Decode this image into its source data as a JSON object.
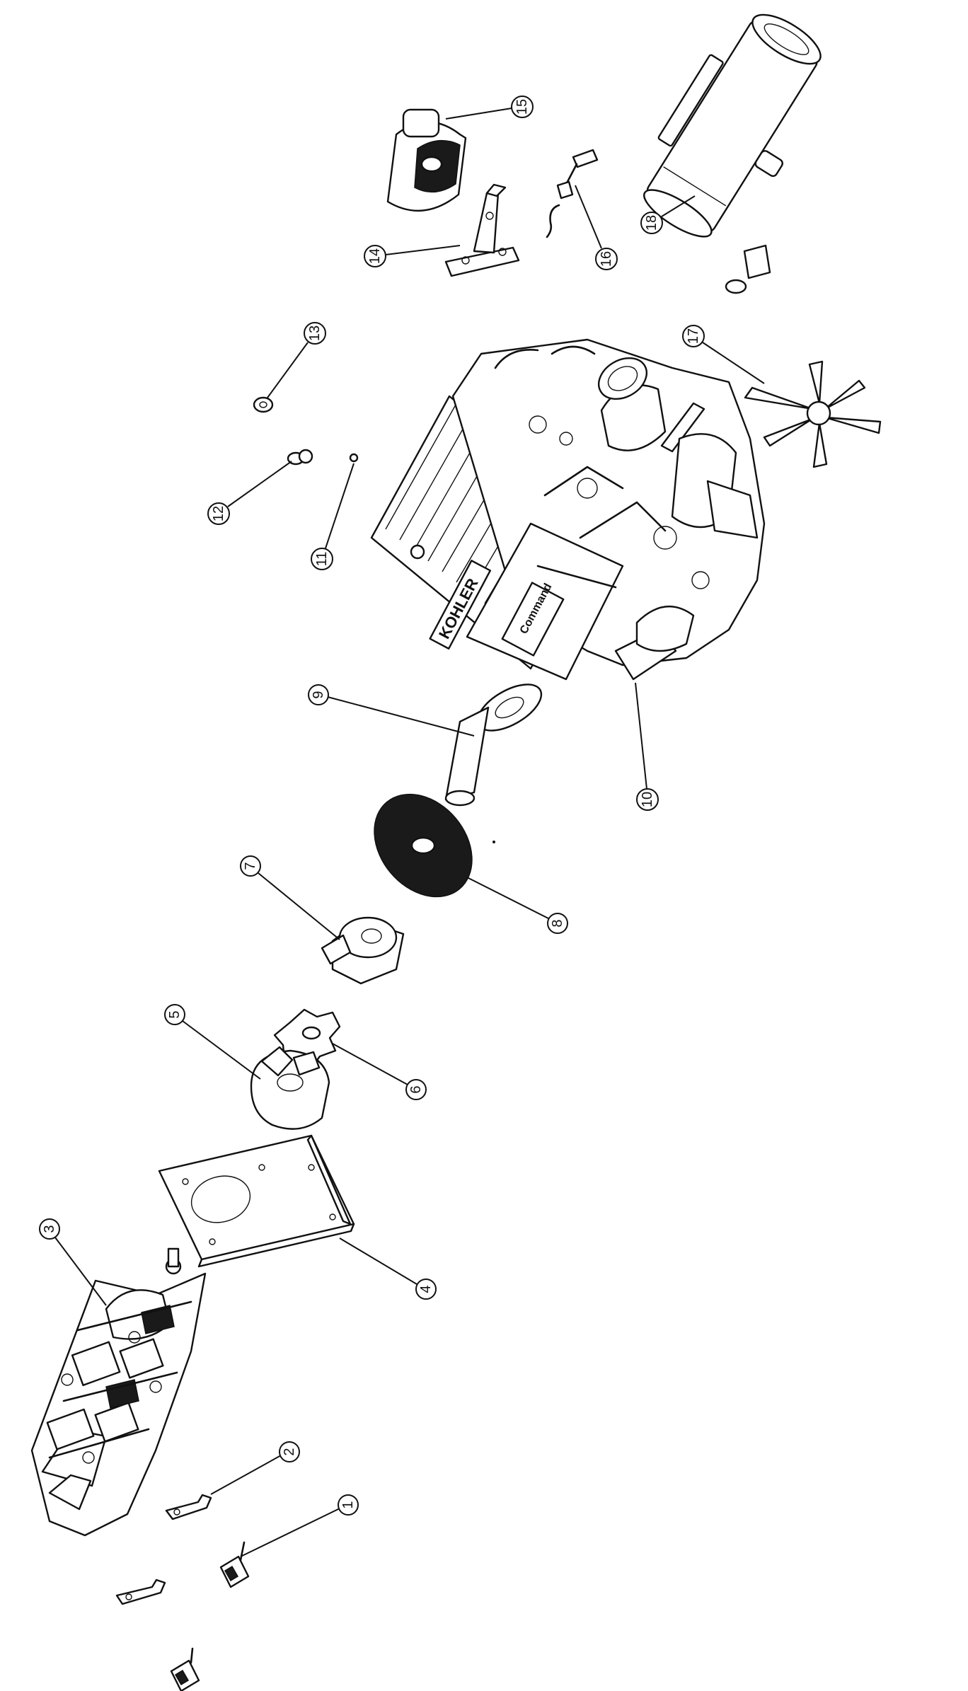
{
  "diagram": {
    "brand_label": "KOHLER",
    "badge_label": "Command",
    "callouts": [
      {
        "id": "callout-1",
        "label": "1"
      },
      {
        "id": "callout-2",
        "label": "2"
      },
      {
        "id": "callout-3",
        "label": "3"
      },
      {
        "id": "callout-4",
        "label": "4"
      },
      {
        "id": "callout-5",
        "label": "5"
      },
      {
        "id": "callout-6",
        "label": "6"
      },
      {
        "id": "callout-7",
        "label": "7"
      },
      {
        "id": "callout-8",
        "label": "8"
      },
      {
        "id": "callout-9",
        "label": "9"
      },
      {
        "id": "callout-10",
        "label": "10"
      },
      {
        "id": "callout-11",
        "label": "11"
      },
      {
        "id": "callout-12",
        "label": "12"
      },
      {
        "id": "callout-13",
        "label": "13"
      },
      {
        "id": "callout-14",
        "label": "14"
      },
      {
        "id": "callout-15",
        "label": "15"
      },
      {
        "id": "callout-16",
        "label": "16"
      },
      {
        "id": "callout-17",
        "label": "17"
      },
      {
        "id": "callout-18",
        "label": "18"
      }
    ]
  }
}
